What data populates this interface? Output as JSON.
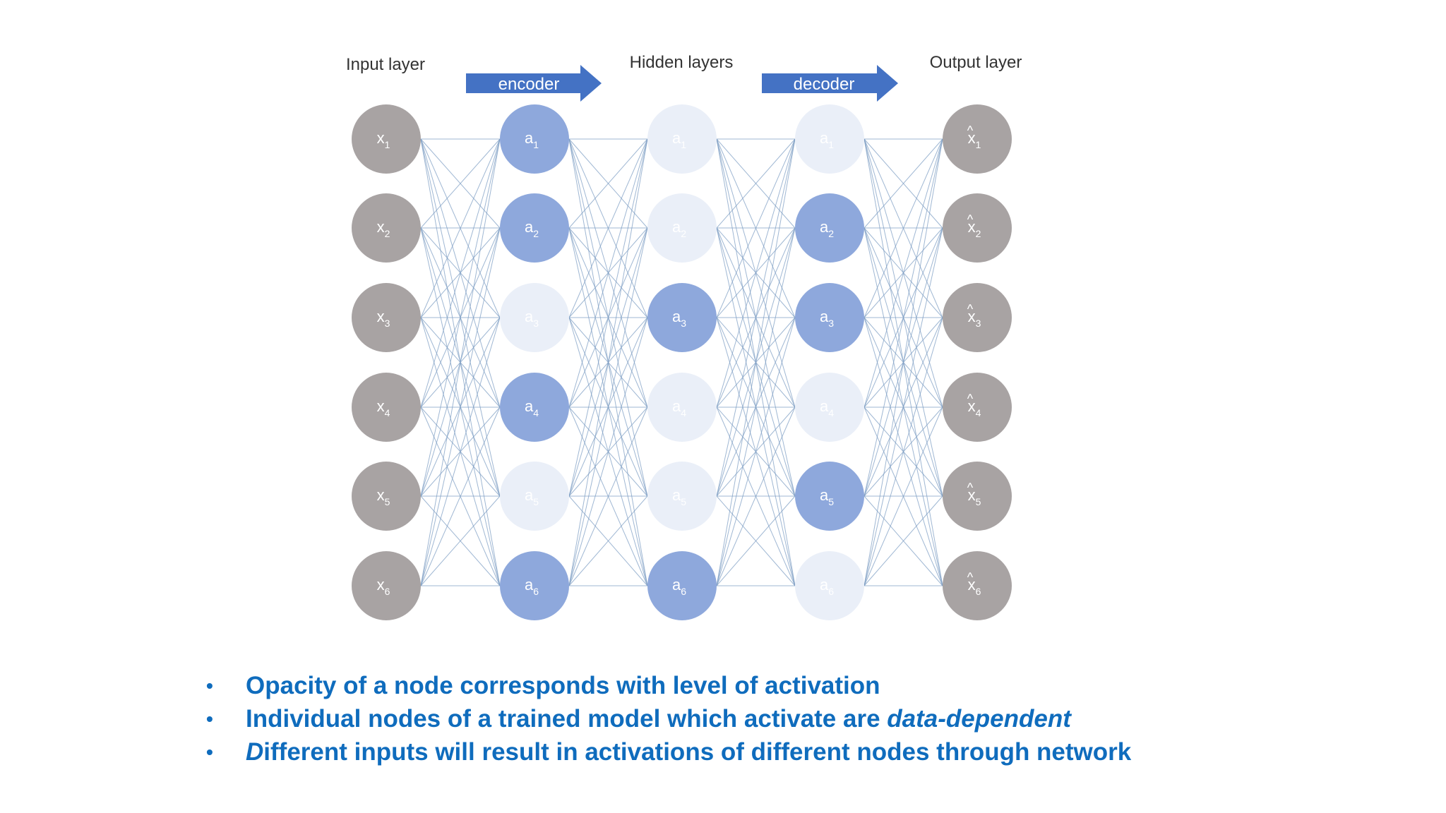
{
  "diagram": {
    "labels": {
      "input_layer": "Input layer",
      "hidden_layers": "Hidden layers",
      "output_layer": "Output layer",
      "encoder": "encoder",
      "decoder": "decoder"
    },
    "layers": [
      {
        "name": "input",
        "node_label": "x",
        "hat": false,
        "type": "gray",
        "activations": [
          1,
          1,
          1,
          1,
          1,
          1
        ]
      },
      {
        "name": "hidden-1",
        "node_label": "a",
        "hat": false,
        "type": "blue",
        "activations": [
          1,
          1,
          0,
          1,
          0,
          1
        ]
      },
      {
        "name": "hidden-2",
        "node_label": "a",
        "hat": false,
        "type": "blue",
        "activations": [
          0,
          0,
          1,
          0,
          0,
          1
        ]
      },
      {
        "name": "hidden-3",
        "node_label": "a",
        "hat": false,
        "type": "blue",
        "activations": [
          0,
          1,
          1,
          0,
          1,
          0
        ]
      },
      {
        "name": "output",
        "node_label": "x",
        "hat": true,
        "type": "gray",
        "activations": [
          1,
          1,
          1,
          1,
          1,
          1
        ]
      }
    ],
    "colors": {
      "gray_node": "#a8a3a3",
      "active_node": "#8ea8dc",
      "inactive_node": "#eaeff8",
      "inactive_text": "#ffffff",
      "edge": "#7f9fc4",
      "arrow": "#4472c4"
    }
  },
  "bullets": [
    {
      "parts": [
        {
          "text": "Opacity of a node corresponds with level of activation",
          "italic": false
        }
      ]
    },
    {
      "parts": [
        {
          "text": "Individual nodes of a trained model which activate are ",
          "italic": false
        },
        {
          "text": "data-dependent",
          "italic": true
        }
      ]
    },
    {
      "parts": [
        {
          "text": "D",
          "italic": true
        },
        {
          "text": "ifferent inputs will result in activations of different nodes through network",
          "italic": false
        }
      ]
    }
  ],
  "bullet_glyph": "•"
}
